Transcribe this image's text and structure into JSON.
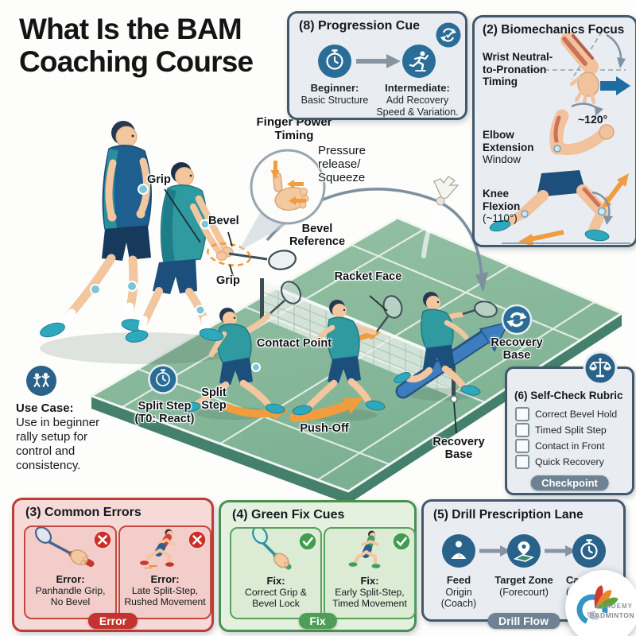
{
  "title": {
    "line1": "What Is the BAM",
    "line2": "Coaching Course"
  },
  "progression": {
    "title": "(8) Progression Cue",
    "beginner_label": "Beginner:",
    "beginner_desc": "Basic Structure",
    "intermediate_label": "Intermediate:",
    "intermediate_desc": "Add Recovery Speed & Variation."
  },
  "biomechanics": {
    "title": "(2) Biomechanics Focus",
    "wrist_label": "Wrist Neutral-to-Pronation Timing",
    "elbow_label_bold": "Elbow Extension",
    "elbow_label_reg": "Window",
    "elbow_value": "~120°",
    "knee_label_bold": "Knee Flexion",
    "knee_label_reg": "(~110°)"
  },
  "technique": {
    "grip_top": "Grip",
    "bevel": "Bevel",
    "grip_bottom": "Grip",
    "finger_power": "Finger Power Timing",
    "pressure": "Pressure release/ Squeeze",
    "bevel_reference": "Bevel Reference"
  },
  "court": {
    "racket_face": "Racket Face",
    "contact_point": "Contact Point",
    "split_step": "Split Step",
    "split_step_t0_line1": "Split Step",
    "split_step_t0_line2": "(T0: React)",
    "push_off": "Push-Off",
    "recovery_base": "Recovery Base"
  },
  "use_case": {
    "heading": "Use Case:",
    "body": "Use in beginner rally setup for control and consistency."
  },
  "self_check": {
    "title": "(6) Self-Check Rubric",
    "items": [
      "Correct Bevel Hold",
      "Timed Split Step",
      "Contact in Front",
      "Quick Recovery"
    ],
    "badge": "Checkpoint"
  },
  "common_errors": {
    "title": "(3) Common Errors",
    "cards": [
      {
        "label": "Error:",
        "text": "Panhandle Grip, No Bevel"
      },
      {
        "label": "Error:",
        "text": "Late Split-Step, Rushed Movement"
      }
    ],
    "badge": "Error"
  },
  "fix_cues": {
    "title": "(4) Green Fix Cues",
    "cards": [
      {
        "label": "Fix:",
        "text": "Correct Grip & Bevel Lock"
      },
      {
        "label": "Fix:",
        "text": "Early Split-Step, Timed Movement"
      }
    ],
    "badge": "Fix"
  },
  "drill": {
    "title": "(5) Drill Prescription Lane",
    "steps": [
      {
        "name": "Feed",
        "sub": "Origin (Coach)"
      },
      {
        "name": "Target Zone",
        "sub": "(Forecourt)"
      },
      {
        "name": "Cadence",
        "sub": "(6 r… 3…"
      }
    ],
    "badge": "Drill Flow"
  },
  "logo": {
    "line1": "ACADEMY",
    "line2": "BADMINTON"
  },
  "icons": {
    "progression_start": "stopwatch",
    "progression_end": "runner",
    "progression_corner": "sync-check",
    "court_timer": "stopwatch",
    "recovery": "sync-arrows",
    "self_check": "balance-scale",
    "use_case": "two-players",
    "feed_origin": "coach-feeder",
    "target_zone": "map-pin",
    "cadence": "stopwatch",
    "error_badge": "x-mark",
    "fix_badge": "check-mark"
  },
  "colors": {
    "panel_border": "#42596b",
    "panel_bg": "#e9edf2",
    "icon_blue": "#2a6d96",
    "court_green": "#8cbc9e",
    "court_side": "#4c8470",
    "error_red": "#c4332e",
    "error_bg": "#f6dad7",
    "fix_green": "#4e9e57",
    "fix_bg": "#e4f1df",
    "badge_slate": "#6e8294",
    "arrow_orange": "#ef9d3d",
    "arrow_blue": "#3c7dbf",
    "shirt_teal": "#2f9aa0",
    "coach_blue": "#1e5f90"
  }
}
